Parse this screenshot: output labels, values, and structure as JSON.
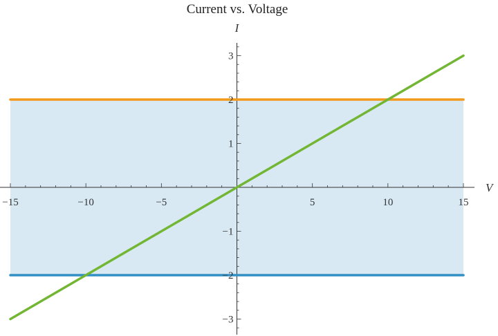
{
  "chart_data": {
    "type": "line",
    "title": "Current vs. Voltage",
    "xlabel": "V",
    "ylabel": "I",
    "xlim": [
      -15,
      15
    ],
    "ylim": [
      -3.3,
      3.3
    ],
    "x_ticks": [
      -15,
      -10,
      -5,
      5,
      10,
      15
    ],
    "y_ticks": [
      -3,
      -2,
      -1,
      1,
      2,
      3
    ],
    "x_tick_labels": [
      "−15",
      "−10",
      "−5",
      "5",
      "10",
      "15"
    ],
    "y_tick_labels": [
      "−3",
      "−2",
      "−1",
      "1",
      "2",
      "3"
    ],
    "shaded_band": {
      "y_from": -2,
      "y_to": 2,
      "x_from": -15,
      "x_to": 15,
      "color": "#d8e9f3"
    },
    "series": [
      {
        "color": "#f29a1b",
        "points": [
          [
            -15,
            2
          ],
          [
            15,
            2
          ]
        ]
      },
      {
        "color": "#3390c4",
        "points": [
          [
            -15,
            -2
          ],
          [
            15,
            -2
          ]
        ]
      },
      {
        "color": "#72b634",
        "points": [
          [
            -15,
            -3
          ],
          [
            15,
            3
          ]
        ]
      }
    ],
    "grid": false,
    "legend": "none"
  }
}
